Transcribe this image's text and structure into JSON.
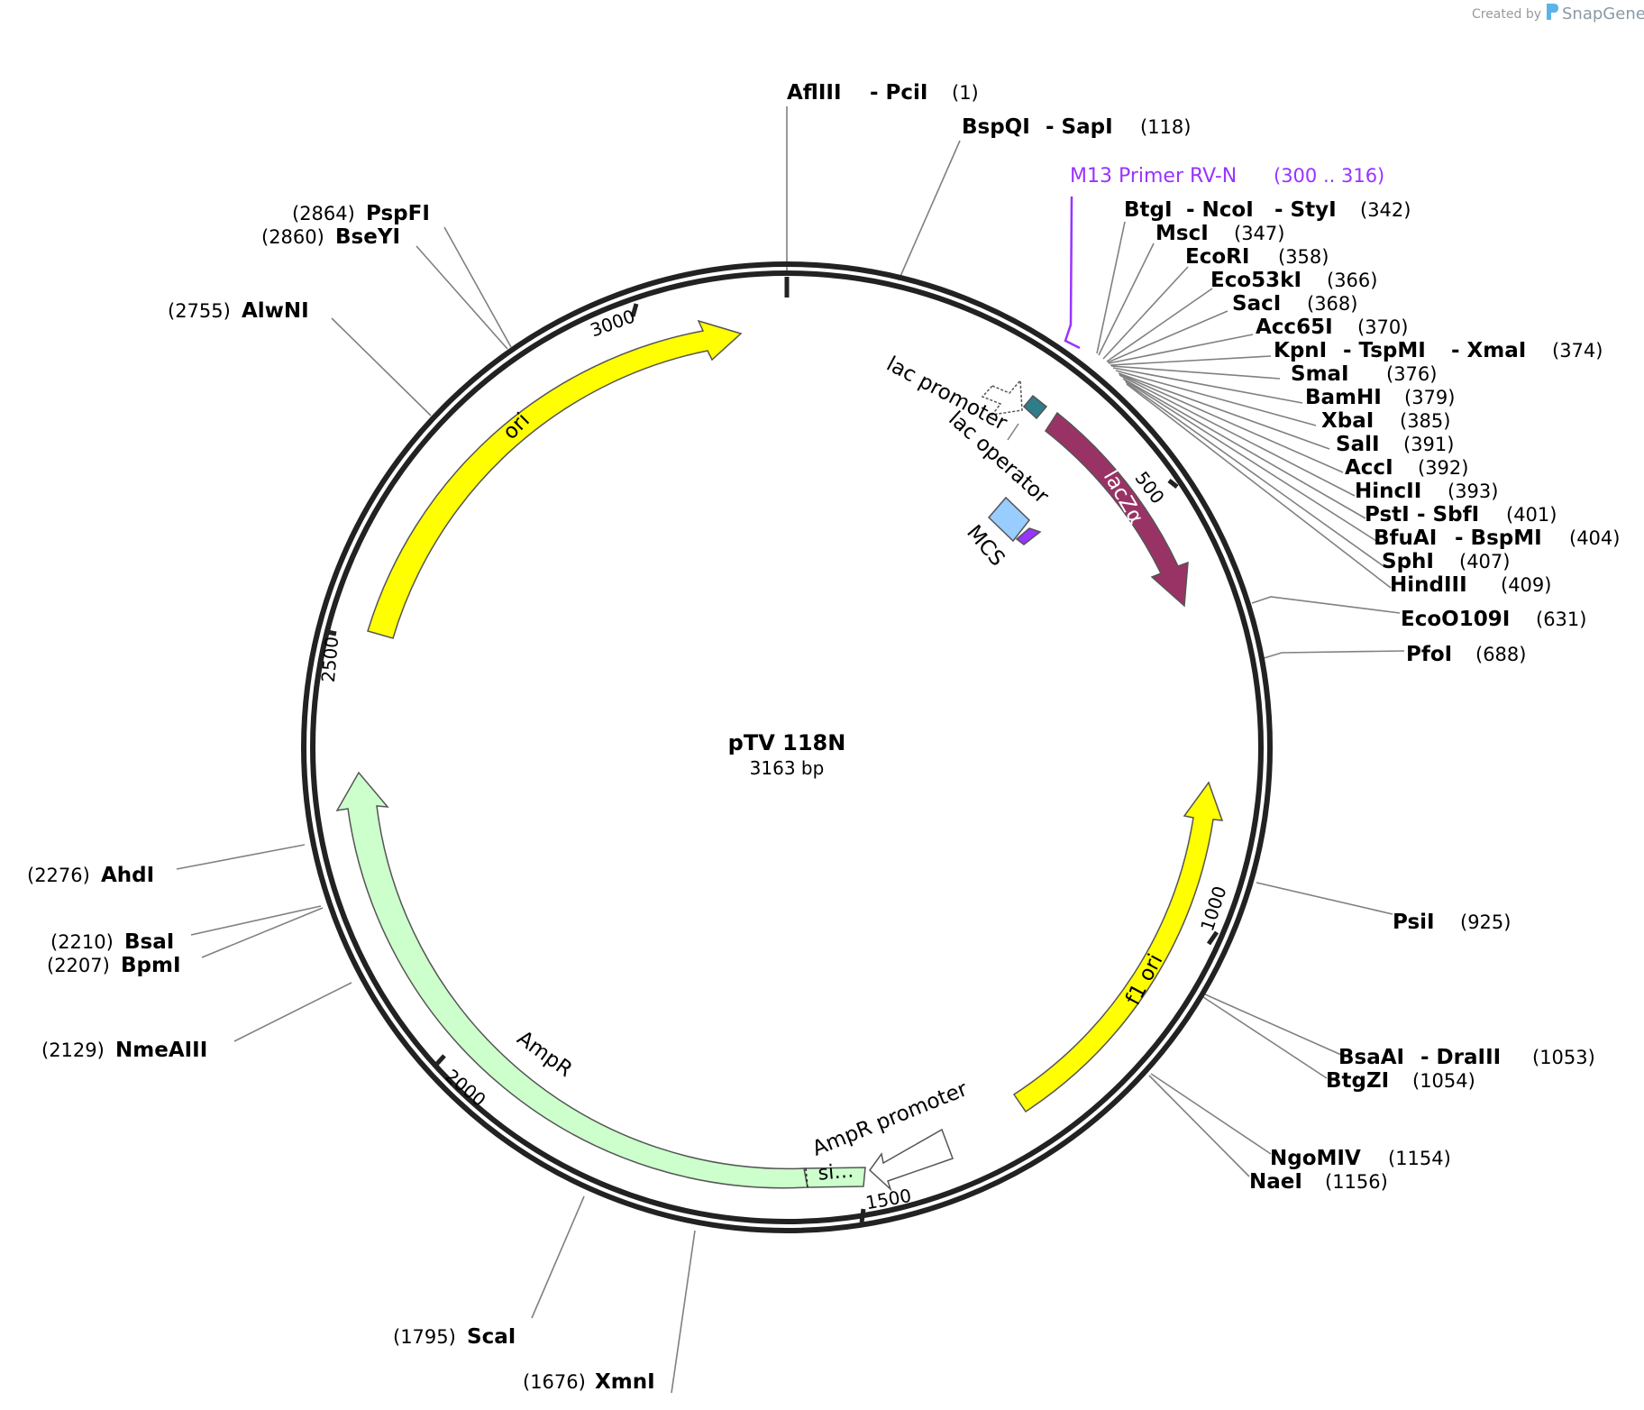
{
  "credit": {
    "prefix": "Created by",
    "brand": "SnapGene"
  },
  "plasmid": {
    "name": "pTV 118N",
    "length_label": "3163 bp",
    "length": 3163
  },
  "colors": {
    "ori": "#ffff00",
    "lacZa": "#993366",
    "AmpR": "#ccffcc",
    "lac_operator": "#2e7d8a",
    "MCS": "#99ccff",
    "primer": "#9933ff",
    "backbone": "#222222",
    "leader": "#808080"
  },
  "ticks": [
    {
      "label": "500"
    },
    {
      "label": "1000"
    },
    {
      "label": "1500"
    },
    {
      "label": "2000"
    },
    {
      "label": "2500"
    },
    {
      "label": "3000"
    }
  ],
  "features": {
    "ori": "ori",
    "lacZa": "lacZα",
    "f1_ori": "f1 ori",
    "AmpR": "AmpR",
    "AmpR_promoter": "AmpR promoter",
    "si": "si…",
    "lac_promoter": "lac promoter",
    "lac_operator": "lac operator",
    "MCS": "MCS"
  },
  "primer": {
    "name": "M13 Primer RV-N",
    "range": "(300 .. 316)"
  },
  "sites": [
    {
      "names": [
        "AflIII",
        "- PciI"
      ],
      "pos": "(1)"
    },
    {
      "names": [
        "BspQI",
        "- SapI"
      ],
      "pos": "(118)"
    },
    {
      "names": [
        "BtgI",
        "- NcoI",
        "- StyI"
      ],
      "pos": "(342)"
    },
    {
      "names": [
        "MscI"
      ],
      "pos": "(347)"
    },
    {
      "names": [
        "EcoRI"
      ],
      "pos": "(358)"
    },
    {
      "names": [
        "Eco53kI"
      ],
      "pos": "(366)"
    },
    {
      "names": [
        "SacI"
      ],
      "pos": "(368)"
    },
    {
      "names": [
        "Acc65I"
      ],
      "pos": "(370)"
    },
    {
      "names": [
        "KpnI",
        "- TspMI",
        "- XmaI"
      ],
      "pos": "(374)"
    },
    {
      "names": [
        "SmaI"
      ],
      "pos": "(376)"
    },
    {
      "names": [
        "BamHI"
      ],
      "pos": "(379)"
    },
    {
      "names": [
        "XbaI"
      ],
      "pos": "(385)"
    },
    {
      "names": [
        "SalI"
      ],
      "pos": "(391)"
    },
    {
      "names": [
        "AccI"
      ],
      "pos": "(392)"
    },
    {
      "names": [
        "HincII"
      ],
      "pos": "(393)"
    },
    {
      "names": [
        "PstI",
        "- SbfI"
      ],
      "pos": "(401)"
    },
    {
      "names": [
        "BfuAI",
        "- BspMI"
      ],
      "pos": "(404)"
    },
    {
      "names": [
        "SphI"
      ],
      "pos": "(407)"
    },
    {
      "names": [
        "HindIII"
      ],
      "pos": "(409)"
    },
    {
      "names": [
        "EcoO109I"
      ],
      "pos": "(631)"
    },
    {
      "names": [
        "PfoI"
      ],
      "pos": "(688)"
    },
    {
      "names": [
        "PsiI"
      ],
      "pos": "(925)"
    },
    {
      "names": [
        "BsaAI",
        "- DraIII"
      ],
      "pos": "(1053)"
    },
    {
      "names": [
        "BtgZI"
      ],
      "pos": "(1054)"
    },
    {
      "names": [
        "NgoMIV"
      ],
      "pos": "(1154)"
    },
    {
      "names": [
        "NaeI"
      ],
      "pos": "(1156)"
    },
    {
      "names": [
        "XmnI"
      ],
      "pos": "(1676)"
    },
    {
      "names": [
        "ScaI"
      ],
      "pos": "(1795)"
    },
    {
      "names": [
        "NmeAIII"
      ],
      "pos": "(2129)"
    },
    {
      "names": [
        "BpmI"
      ],
      "pos": "(2207)"
    },
    {
      "names": [
        "BsaI"
      ],
      "pos": "(2210)"
    },
    {
      "names": [
        "AhdI"
      ],
      "pos": "(2276)"
    },
    {
      "names": [
        "AlwNI"
      ],
      "pos": "(2755)"
    },
    {
      "names": [
        "BseYI"
      ],
      "pos": "(2860)"
    },
    {
      "names": [
        "PspFI"
      ],
      "pos": "(2864)"
    }
  ]
}
